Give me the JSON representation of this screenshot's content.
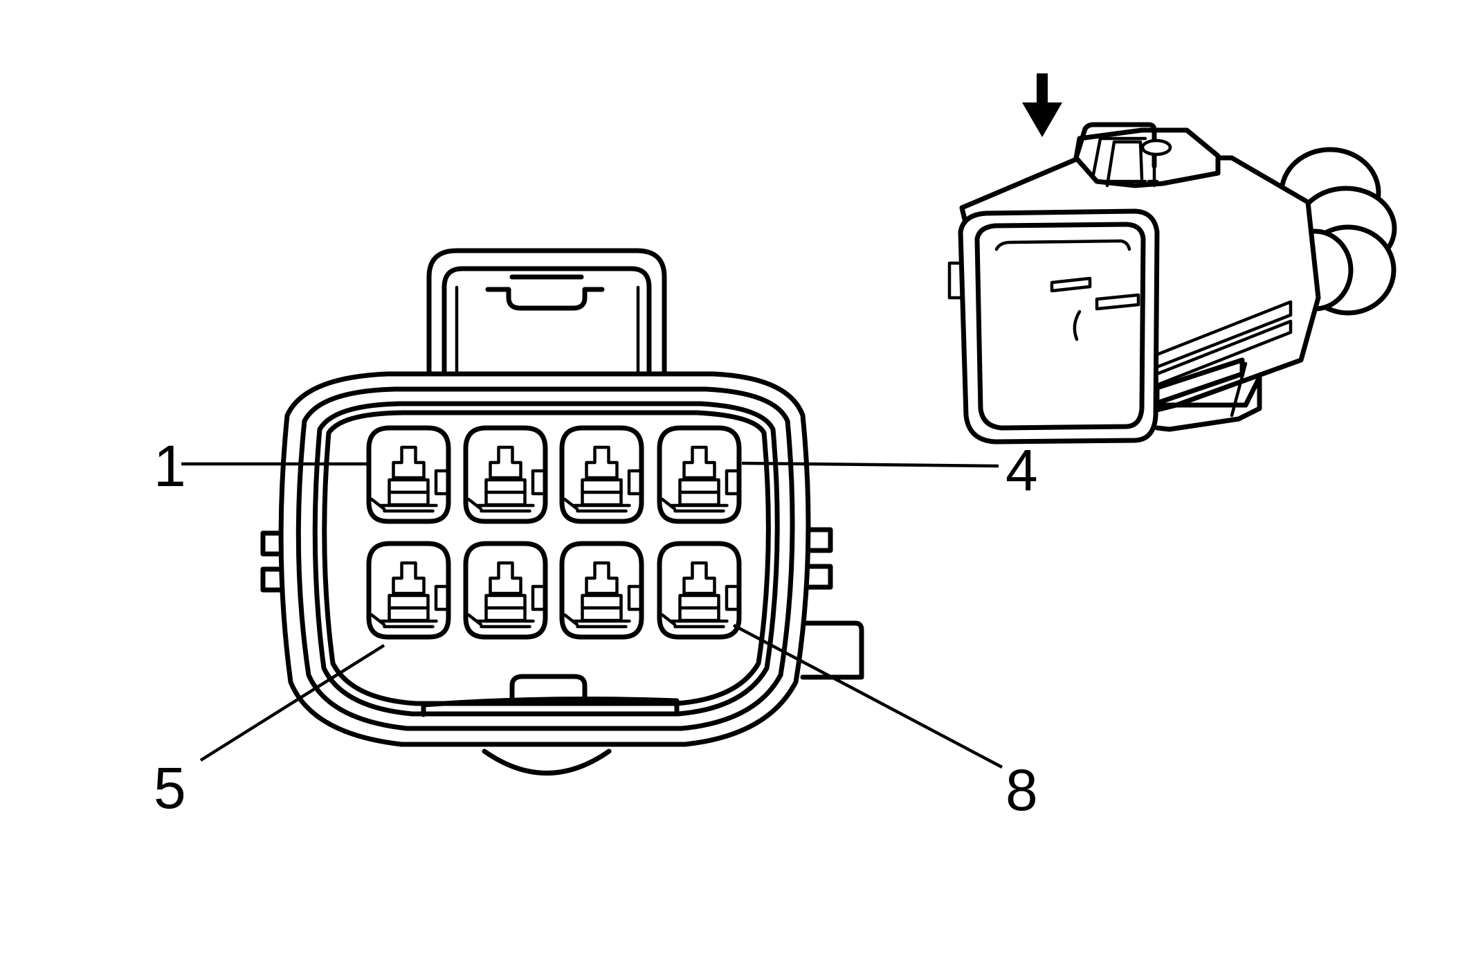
{
  "pin_labels": [
    {
      "id": "pin-1",
      "text": "1"
    },
    {
      "id": "pin-4",
      "text": "4"
    },
    {
      "id": "pin-5",
      "text": "5"
    },
    {
      "id": "pin-8",
      "text": "8"
    }
  ],
  "icons": {
    "direction_arrow": "arrow-down-icon",
    "connector_face": "connector-face-icon",
    "connector_3d": "connector-3d-icon"
  },
  "colors": {
    "line": "#000000",
    "background": "#ffffff"
  }
}
